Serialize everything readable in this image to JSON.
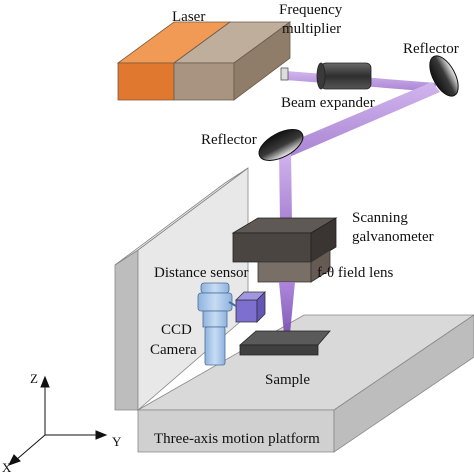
{
  "labels": {
    "laser": "Laser",
    "frequency_multiplier_line1": "Frequency",
    "frequency_multiplier_line2": "multiplier",
    "reflector_right": "Reflector",
    "beam_expander": "Beam expander",
    "reflector_left": "Reflector",
    "scanning_galvanometer_line1": "Scanning",
    "scanning_galvanometer_line2": "galvanometer",
    "f_theta_lens": "f-θ field lens",
    "distance_sensor": "Distance sensor",
    "ccd_camera_line1": "CCD",
    "ccd_camera_line2": "Camera",
    "sample": "Sample",
    "platform": "Three-axis motion platform"
  },
  "axes": {
    "z": "Z",
    "y": "Y",
    "x": "X"
  },
  "colors": {
    "laser_body": "#e0782f",
    "multiplier_body": "#a89480",
    "beam": "#b48fd6",
    "galvanometer": "#4a4541",
    "field_lens": "#7a6f66",
    "sensor": "#8c7fd6",
    "camera": "#a9c8ea",
    "sample": "#4d4d4d",
    "platform": "#d8d8d8",
    "wall": "#e6e6e6"
  }
}
